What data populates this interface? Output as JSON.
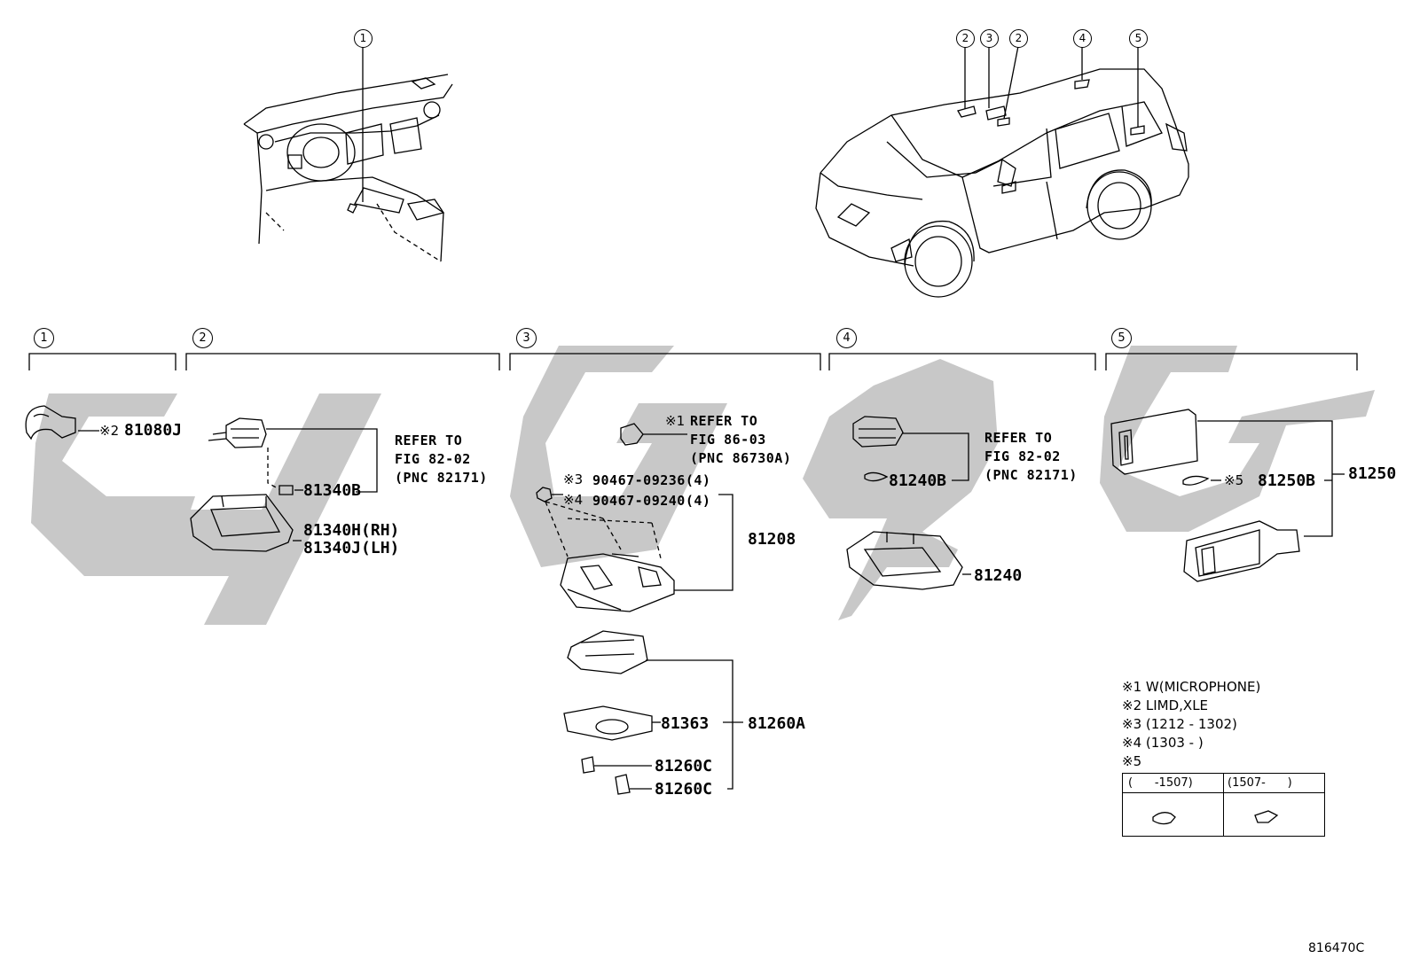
{
  "overview_callouts": [
    {
      "id": "1"
    },
    {
      "id": "2"
    },
    {
      "id": "3"
    },
    {
      "id": "2"
    },
    {
      "id": "4"
    },
    {
      "id": "5"
    }
  ],
  "sections": [
    {
      "id": "1"
    },
    {
      "id": "2"
    },
    {
      "id": "3"
    },
    {
      "id": "4"
    },
    {
      "id": "5"
    }
  ],
  "parts": {
    "p81080J": {
      "note": "※2",
      "number": "81080J"
    },
    "p81340B": {
      "number": "81340B"
    },
    "p81340H": {
      "number": "81340H(RH)"
    },
    "p81340J": {
      "number": "81340J(LH)"
    },
    "refer_2a": {
      "line1": "REFER TO",
      "line2": "FIG 82-02",
      "line3": "(PNC 82171)"
    },
    "refer_3": {
      "note": "※1",
      "line1": "REFER TO",
      "line2": "FIG 86-03",
      "line3": "(PNC 86730A)"
    },
    "bolt_a": {
      "note": "※3",
      "number": "90467-09236(4)"
    },
    "bolt_b": {
      "note": "※4",
      "number": "90467-09240(4)"
    },
    "p81208": {
      "number": "81208"
    },
    "p81363": {
      "number": "81363"
    },
    "p81260A": {
      "number": "81260A"
    },
    "p81260C_1": {
      "number": "81260C"
    },
    "p81260C_2": {
      "number": "81260C"
    },
    "p81240B": {
      "number": "81240B"
    },
    "refer_4": {
      "line1": "REFER TO",
      "line2": "FIG 82-02",
      "line3": "(PNC 82171)"
    },
    "p81240": {
      "number": "81240"
    },
    "p81250B": {
      "note": "※5",
      "number": "81250B"
    },
    "p81250": {
      "number": "81250"
    }
  },
  "notes": {
    "n1": "※1 W(MICROPHONE)",
    "n2": "※2 LIMD,XLE",
    "n3": "※3 (1212 - 1302)",
    "n4": "※4 (1303 -        )",
    "n5": "※5",
    "table_h1": "(      -1507)",
    "table_h2": "(1507-      )"
  },
  "figure_id": "816470C",
  "colors": {
    "line": "#000000",
    "watermark": "#c8c8c8"
  }
}
